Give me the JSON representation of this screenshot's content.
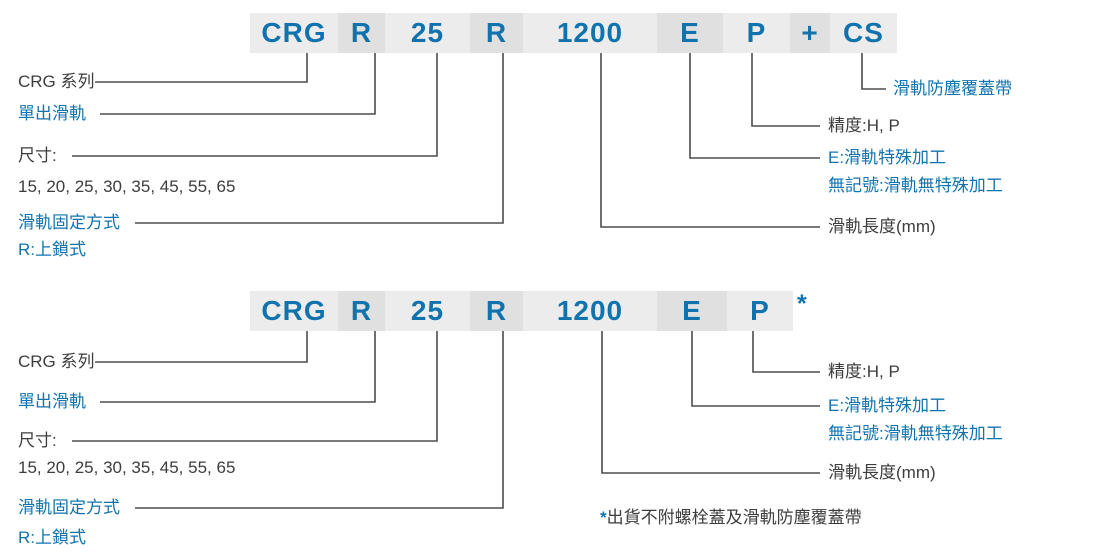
{
  "colors": {
    "code_blue": "#1173ae",
    "text_dark": "#3d3d3d",
    "segment_light": "#ececec",
    "segment_dark": "#e0e0e0",
    "connector_line": "#4d4d4d"
  },
  "top": {
    "code": {
      "s1": "CRG",
      "s2": "R",
      "s3": "25",
      "s4": "R",
      "s5": "1200",
      "s6": "E",
      "s7": "P",
      "s8": "+",
      "s9": "CS"
    },
    "labels": {
      "series": "CRG 系列",
      "single_rail": "單出滑軌",
      "size_title": "尺寸:",
      "size_values": "15, 20, 25, 30, 35, 45, 55, 65",
      "fixing_title": "滑軌固定方式",
      "fixing_value": "R:上鎖式",
      "dust_cover": "滑軌防塵覆蓋帶",
      "precision": "精度:H, P",
      "special_e": "E:滑軌特殊加工",
      "special_none": "無記號:滑軌無特殊加工",
      "rail_length": "滑軌長度(mm)"
    }
  },
  "bottom": {
    "code": {
      "s1": "CRG",
      "s2": "R",
      "s3": "25",
      "s4": "R",
      "s5": "1200",
      "s6": "E",
      "s7": "P"
    },
    "asterisk": "*",
    "labels": {
      "series": "CRG 系列",
      "single_rail": "單出滑軌",
      "size_title": "尺寸:",
      "size_values": "15, 20, 25, 30, 35, 45, 55, 65",
      "fixing_title": "滑軌固定方式",
      "fixing_value": "R:上鎖式",
      "precision": "精度:H, P",
      "special_e": "E:滑軌特殊加工",
      "special_none": "無記號:滑軌無特殊加工",
      "rail_length": "滑軌長度(mm)"
    }
  },
  "footnote": {
    "mark": "*",
    "text": "出貨不附螺栓蓋及滑軌防塵覆蓋帶"
  }
}
